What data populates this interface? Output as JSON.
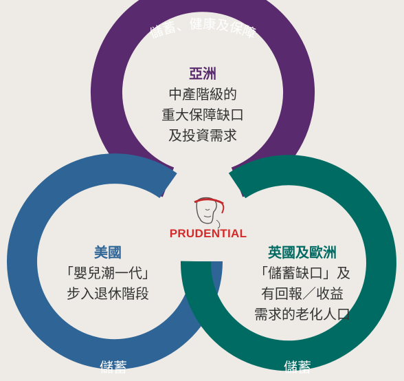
{
  "colors": {
    "background": "#eeebe6",
    "asia_ring": "#5a2a6e",
    "us_ring": "#2f6596",
    "uk_ring": "#006b63",
    "asia_title": "#5a2a6e",
    "us_title": "#2f6596",
    "uk_title": "#006b63",
    "brand": "#d42a2a",
    "body_text": "#333333"
  },
  "diagram": {
    "asia": {
      "ring_label": "儲蓄、健康及保障",
      "title": "亞洲",
      "lines": [
        "中產階級的",
        "重大保障缺口",
        "及投資需求"
      ]
    },
    "us": {
      "ring_label": "儲蓄",
      "title": "美國",
      "lines": [
        "「嬰兒潮一代」",
        "步入退休階段"
      ]
    },
    "uk": {
      "ring_label": "儲蓄",
      "title": "英國及歐洲",
      "lines": [
        "「儲蓄缺口」及",
        "有回報／收益",
        "需求的老化人口"
      ]
    },
    "center": {
      "brand": "PRUDENTIAL",
      "logo_icon": "prudence-head-icon"
    }
  }
}
